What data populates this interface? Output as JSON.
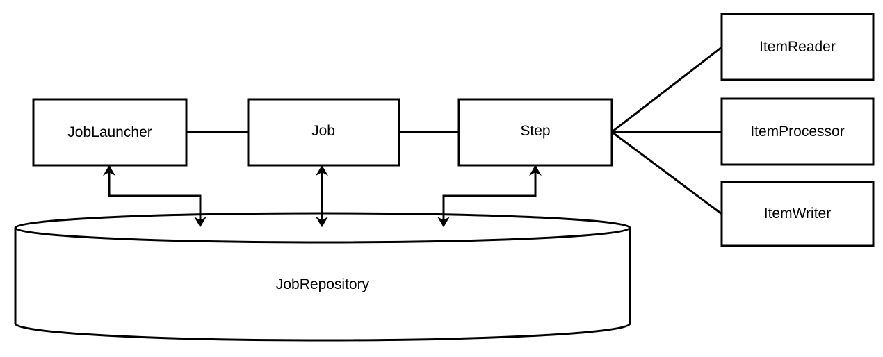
{
  "diagram": {
    "nodes": {
      "job_launcher": "JobLauncher",
      "job": "Job",
      "step": "Step",
      "item_reader": "ItemReader",
      "item_processor": "ItemProcessor",
      "item_writer": "ItemWriter",
      "job_repository": "JobRepository"
    },
    "edges": [
      {
        "from": "JobLauncher",
        "to": "Job",
        "type": "line"
      },
      {
        "from": "Job",
        "to": "Step",
        "type": "line"
      },
      {
        "from": "Step",
        "to": "ItemReader",
        "type": "line"
      },
      {
        "from": "Step",
        "to": "ItemProcessor",
        "type": "line"
      },
      {
        "from": "Step",
        "to": "ItemWriter",
        "type": "line"
      },
      {
        "from": "JobLauncher",
        "to": "JobRepository",
        "type": "bidirectional-arrow"
      },
      {
        "from": "Job",
        "to": "JobRepository",
        "type": "bidirectional-arrow"
      },
      {
        "from": "Step",
        "to": "JobRepository",
        "type": "bidirectional-arrow"
      }
    ],
    "stroke_color": "#000000",
    "fill_color": "#ffffff"
  }
}
